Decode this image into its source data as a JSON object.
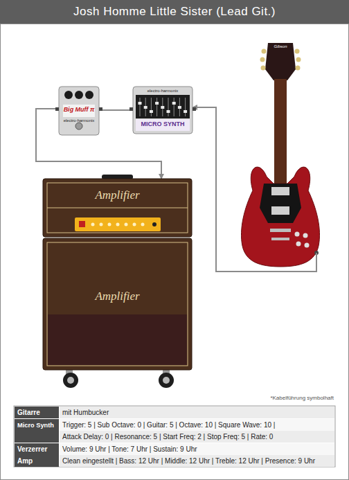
{
  "diagram": {
    "title": "Josh Homme Little Sister (Lead Git.)",
    "nodes": [
      {
        "text": [
          "Big Muff π",
          "electro-harmonix"
        ]
      },
      {
        "text": [
          "electro-harmonix",
          "MICRO SYNTH"
        ]
      },
      {
        "text": [
          "Gibson"
        ]
      },
      {
        "text": [
          "Amplifier"
        ]
      },
      {
        "text": [
          "Amplifier"
        ]
      }
    ],
    "edges": [
      {
        "from": 2,
        "to": 1,
        "arrow": "to"
      },
      {
        "from": 1,
        "to": 0,
        "arrow": "none"
      },
      {
        "from": 0,
        "to": 3,
        "arrow": "to"
      }
    ],
    "labels": [
      "*Kabelführung symbolhaft",
      "Gitarre",
      "mit Humbucker",
      "Micro Synth",
      "Trigger: 5 | Sub Octave: 0 | Guitar: 5 | Octave: 10 | Square Wave: 10 |",
      "Attack Delay: 0 | Resonance: 5 | Start Freq: 2 | Stop Freq: 5 | Rate: 0",
      "Verzerrer",
      "Volume: 9 Uhr | Tone: 7 Uhr | Sustain: 9 Uhr",
      "Amp",
      "Clean eingestellt | Bass: 12 Uhr | Middle: 12 Uhr | Treble: 12 Uhr | Presence: 9 Uhr"
    ]
  }
}
